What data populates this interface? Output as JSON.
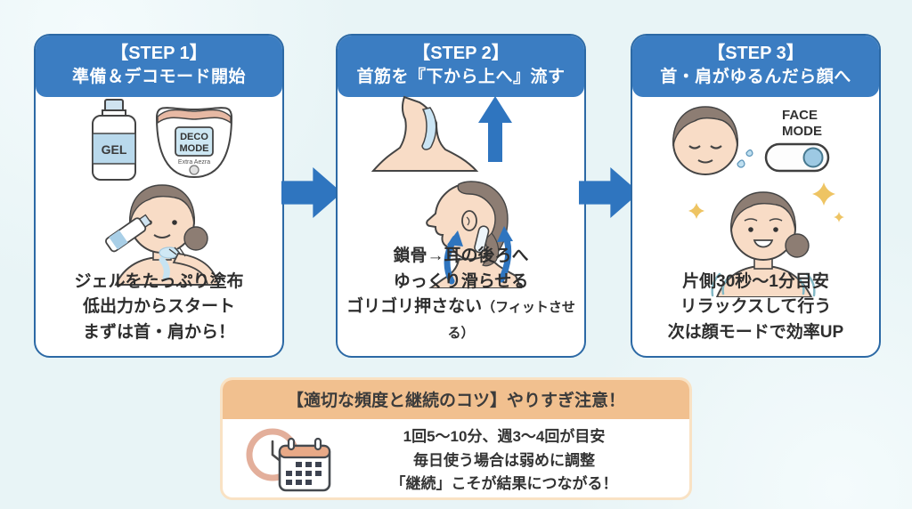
{
  "colors": {
    "background": "#e8f4f6",
    "header_blue": "#3b7dc2",
    "panel_border": "#2c69a5",
    "arrow_blue": "#2f75bf",
    "tips_band": "#f1c08f",
    "skin": "#f8dcc6",
    "hair": "#8d7d73",
    "gel_blue": "#c9e4f4",
    "sparkle_gold": "#eec463"
  },
  "steps": [
    {
      "title_top": "【STEP 1】",
      "title_bottom": "準備＆デコモード開始",
      "captions": [
        "ジェルをたっぷり塗布",
        "低出力からスタート",
        "まずは首・肩から！"
      ],
      "gel_label": "GEL",
      "device_screen_line1": "DECO",
      "device_screen_line2": "MODE",
      "device_subtext": "Extra Aezra"
    },
    {
      "title_top": "【STEP 2】",
      "title_bottom": "首筋を『下から上へ』流す",
      "captions": [
        "鎖骨→耳の後ろへ",
        "ゆっくり滑らせる"
      ],
      "caption3_main": "ゴリゴリ押さない",
      "caption3_paren": "（フィットさせる）"
    },
    {
      "title_top": "【STEP 3】",
      "title_bottom": "首・肩がゆるんだら顔へ",
      "captions": [
        "片側30秒～1分目安",
        "リラックスして行う",
        "次は顔モードで効率UP"
      ],
      "face_mode_line1": "FACE",
      "face_mode_line2": "MODE"
    }
  ],
  "tips": {
    "title": "【適切な頻度と継続のコツ】やりすぎ注意！",
    "lines": [
      "1回5～10分、週3～4回が目安",
      "毎日使う場合は弱めに調整",
      "「継続」こそが結果につながる！"
    ]
  }
}
